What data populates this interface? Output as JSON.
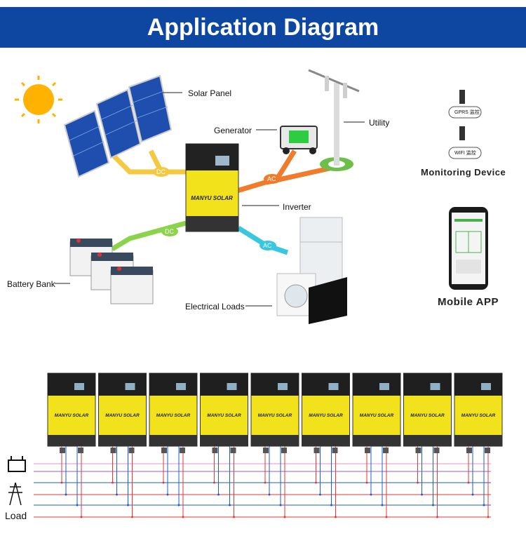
{
  "title": "Application Diagram",
  "labels": {
    "solar_panel": "Solar Panel",
    "generator": "Generator",
    "utility": "Utility",
    "inverter": "Inverter",
    "battery_bank": "Battery Bank",
    "electrical_loads": "Electrical Loads",
    "dc": "DC",
    "ac": "AC",
    "load": "Load"
  },
  "monitoring": {
    "title": "Monitoring Device",
    "gprs": "GPRS 监控",
    "wifi": "WIFI 监控"
  },
  "mobile_app": "Mobile APP",
  "inverter_brand": "MANYU SOLAR",
  "parallel_count": 9,
  "colors": {
    "banner": "#0d47a1",
    "inverter_body": "#f2e21b",
    "dc_line": "#f5c842",
    "generator_line": "#f07b2a",
    "battery_line": "#8bd34a",
    "load_line": "#38c6e0",
    "wire_red": "#e53935",
    "wire_blue": "#1e5bd8",
    "wire_pink": "#f48fb1",
    "wire_purple": "#9b59d0"
  }
}
